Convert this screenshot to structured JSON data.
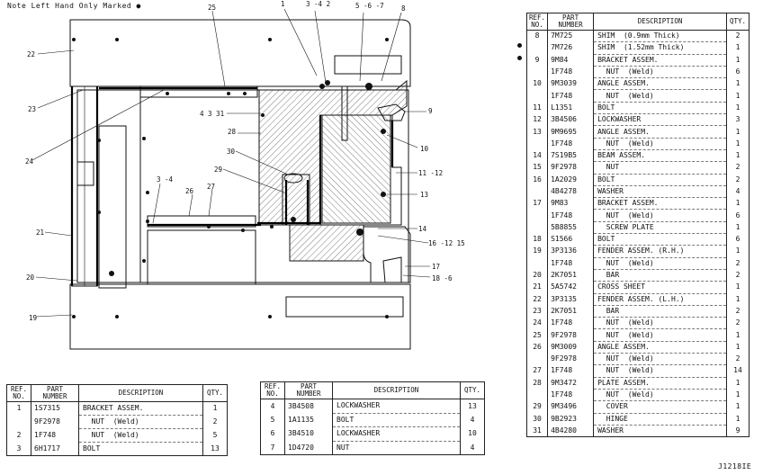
{
  "note": "Note Left Hand Only Marked ●",
  "illustration_id": "J1218IE",
  "callouts": [
    "25",
    "1",
    "3 -4  2",
    "5 -6 -7",
    "8",
    "22",
    "9",
    "23",
    "4  3  31",
    "28",
    "10",
    "24",
    "30",
    "11 -12",
    "29",
    "13",
    "3 -4",
    "26",
    "27",
    "14",
    "16 -12  15",
    "21",
    "17",
    "20",
    "18 -6",
    "19"
  ],
  "headers": {
    "ref": "REF. NO.",
    "part": "PART NUMBER",
    "desc": "DESCRIPTION",
    "qty": "QTY."
  },
  "main_table": [
    {
      "ref": "8",
      "pn": "7M725",
      "desc": "SHIM  (0.9mm Thick)",
      "qty": "2",
      "marked": true
    },
    {
      "ref": "",
      "pn": "7M726",
      "desc": "SHIM  (1.52mm Thick)",
      "qty": "1",
      "marked": true
    },
    {
      "ref": "9",
      "pn": "9M84",
      "desc": "BRACKET ASSEM.",
      "qty": "1"
    },
    {
      "ref": "",
      "pn": "1F748",
      "desc": "  NUT  (Weld)",
      "qty": "6"
    },
    {
      "ref": "10",
      "pn": "9M3039",
      "desc": "ANGLE ASSEM.",
      "qty": "1"
    },
    {
      "ref": "",
      "pn": "1F748",
      "desc": "  NUT  (Weld)",
      "qty": "1"
    },
    {
      "ref": "11",
      "pn": "L1351",
      "desc": "BOLT",
      "qty": "1"
    },
    {
      "ref": "12",
      "pn": "3B4506",
      "desc": "LOCKWASHER",
      "qty": "3"
    },
    {
      "ref": "13",
      "pn": "9M9695",
      "desc": "ANGLE ASSEM.",
      "qty": "1"
    },
    {
      "ref": "",
      "pn": "1F748",
      "desc": "  NUT  (Weld)",
      "qty": "1"
    },
    {
      "ref": "14",
      "pn": "7S19B5",
      "desc": "BEAM ASSEM.",
      "qty": "1"
    },
    {
      "ref": "15",
      "pn": "9F2978",
      "desc": "  NUT",
      "qty": "2"
    },
    {
      "ref": "16",
      "pn": "1A2029",
      "desc": "BOLT",
      "qty": "2"
    },
    {
      "ref": "",
      "pn": "4B4278",
      "desc": "WASHER",
      "qty": "4"
    },
    {
      "ref": "17",
      "pn": "9M83",
      "desc": "BRACKET ASSEM.",
      "qty": "1"
    },
    {
      "ref": "",
      "pn": "1F748",
      "desc": "  NUT  (Weld)",
      "qty": "6"
    },
    {
      "ref": "",
      "pn": "5B8855",
      "desc": "  SCREW PLATE",
      "qty": "1"
    },
    {
      "ref": "18",
      "pn": "S1566",
      "desc": "BOLT",
      "qty": "6"
    },
    {
      "ref": "19",
      "pn": "3P3136",
      "desc": "FENDER ASSEM. (R.H.)",
      "qty": "1"
    },
    {
      "ref": "",
      "pn": "1F748",
      "desc": "  NUT  (Weld)",
      "qty": "2"
    },
    {
      "ref": "20",
      "pn": "2K7051",
      "desc": "  BAR",
      "qty": "2"
    },
    {
      "ref": "21",
      "pn": "5A5742",
      "desc": "CROSS SHEET",
      "qty": "1"
    },
    {
      "ref": "22",
      "pn": "3P3135",
      "desc": "FENDER ASSEM. (L.H.)",
      "qty": "1"
    },
    {
      "ref": "23",
      "pn": "2K7051",
      "desc": "  BAR",
      "qty": "2"
    },
    {
      "ref": "24",
      "pn": "1F748",
      "desc": "  NUT  (Weld)",
      "qty": "2"
    },
    {
      "ref": "25",
      "pn": "9F2978",
      "desc": "  NUT  (Weld)",
      "qty": "1"
    },
    {
      "ref": "26",
      "pn": "9M3009",
      "desc": "ANGLE ASSEM.",
      "qty": "1"
    },
    {
      "ref": "",
      "pn": "9F2978",
      "desc": "  NUT  (Weld)",
      "qty": "2"
    },
    {
      "ref": "27",
      "pn": "1F748",
      "desc": "  NUT  (Weld)",
      "qty": "14"
    },
    {
      "ref": "28",
      "pn": "9M3472",
      "desc": "PLATE ASSEM.",
      "qty": "1"
    },
    {
      "ref": "",
      "pn": "1F748",
      "desc": "  NUT  (Weld)",
      "qty": "1"
    },
    {
      "ref": "29",
      "pn": "9M3496",
      "desc": "  COVER",
      "qty": "1"
    },
    {
      "ref": "30",
      "pn": "9B2923",
      "desc": "  HINGE",
      "qty": "1"
    },
    {
      "ref": "31",
      "pn": "4B4280",
      "desc": "WASHER",
      "qty": "9"
    }
  ],
  "bottom_left_table": [
    {
      "ref": "1",
      "pn": "1S7315",
      "desc": "BRACKET ASSEM.",
      "qty": "1"
    },
    {
      "ref": "",
      "pn": "9F2978",
      "desc": "  NUT  (Weld)",
      "qty": "2"
    },
    {
      "ref": "2",
      "pn": "1F748",
      "desc": "  NUT  (Weld)",
      "qty": "5"
    },
    {
      "ref": "3",
      "pn": "6H1717",
      "desc": "BOLT",
      "qty": "13"
    }
  ],
  "bottom_mid_table": [
    {
      "ref": "4",
      "pn": "3B4508",
      "desc": "LOCKWASHER",
      "qty": "13"
    },
    {
      "ref": "5",
      "pn": "1A1135",
      "desc": "BOLT",
      "qty": "4"
    },
    {
      "ref": "6",
      "pn": "3B4510",
      "desc": "LOCKWASHER",
      "qty": "10"
    },
    {
      "ref": "7",
      "pn": "1D4720",
      "desc": "NUT",
      "qty": "4"
    }
  ]
}
